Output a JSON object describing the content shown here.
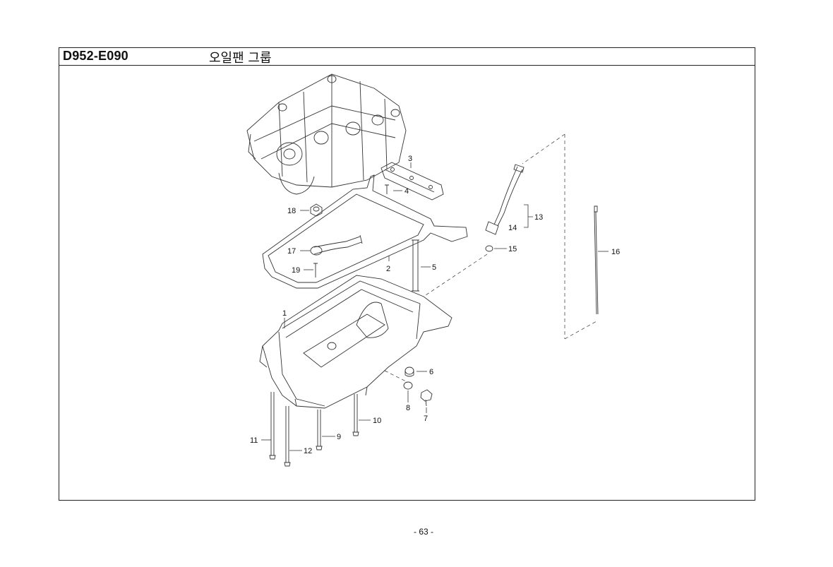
{
  "header": {
    "code": "D952-E090",
    "title": "오일팬 그룹"
  },
  "callouts": [
    "1",
    "2",
    "3",
    "4",
    "5",
    "6",
    "7",
    "8",
    "9",
    "10",
    "11",
    "12",
    "13",
    "14",
    "15",
    "16",
    "17",
    "18",
    "19"
  ],
  "footer": {
    "page": "- 63 -"
  }
}
